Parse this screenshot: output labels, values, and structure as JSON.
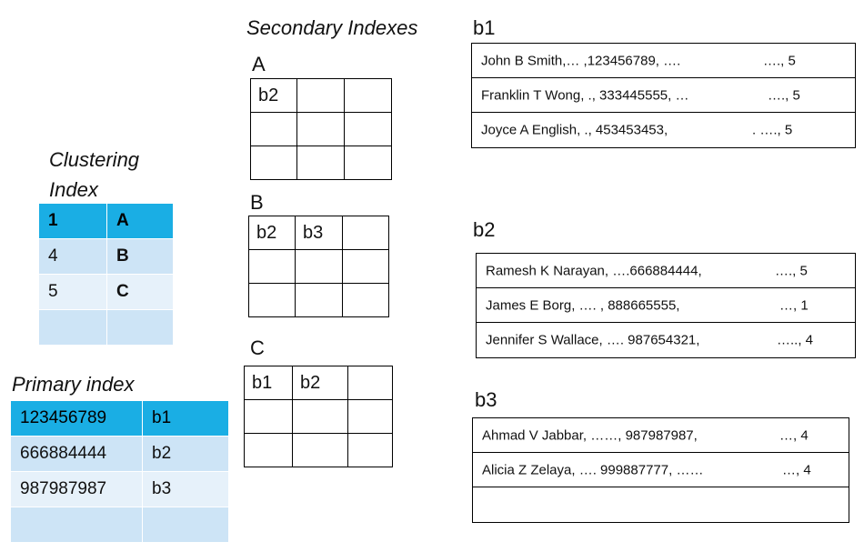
{
  "clustering_index": {
    "title_line1": "Clustering",
    "title_line2": "Index",
    "rows": [
      {
        "key": "1",
        "block": "A"
      },
      {
        "key": "4",
        "block": "B"
      },
      {
        "key": "5",
        "block": "C"
      },
      {
        "key": "",
        "block": ""
      }
    ]
  },
  "primary_index": {
    "title": "Primary index",
    "rows": [
      {
        "key": "123456789",
        "block": "b1"
      },
      {
        "key": "666884444",
        "block": "b2"
      },
      {
        "key": "987987987",
        "block": "b3"
      },
      {
        "key": "",
        "block": ""
      }
    ]
  },
  "secondary_indexes": {
    "title": "Secondary Indexes",
    "groups": [
      {
        "label": "A",
        "cells": [
          "b2",
          "",
          "",
          "",
          "",
          "",
          "",
          "",
          ""
        ]
      },
      {
        "label": "B",
        "cells": [
          "b2",
          "b3",
          "",
          "",
          "",
          "",
          "",
          "",
          ""
        ]
      },
      {
        "label": "C",
        "cells": [
          "b1",
          "b2",
          "",
          "",
          "",
          "",
          "",
          "",
          ""
        ]
      }
    ]
  },
  "blocks": [
    {
      "label": "b1",
      "records": [
        {
          "text": "John B Smith,… ,123456789, ….",
          "tail": "…., 5"
        },
        {
          "text": "Franklin T Wong, ., 333445555, …",
          "tail": "…., 5"
        },
        {
          "text": "Joyce A English, ., 453453453,",
          "tail": ". …., 5"
        }
      ]
    },
    {
      "label": "b2",
      "records": [
        {
          "text": "Ramesh K Narayan, ….666884444,",
          "tail": "…., 5"
        },
        {
          "text": "James E Borg, …. , 888665555,",
          "tail": "…, 1"
        },
        {
          "text": "Jennifer S Wallace, …. 987654321,",
          "tail": "….., 4"
        }
      ]
    },
    {
      "label": "b3",
      "records": [
        {
          "text": "Ahmad V Jabbar, ……, 987987987,",
          "tail": "…, 4"
        },
        {
          "text": "Alicia Z Zelaya, ….  999887777, ……",
          "tail": "…, 4"
        },
        {
          "text": "",
          "tail": ""
        }
      ]
    }
  ]
}
